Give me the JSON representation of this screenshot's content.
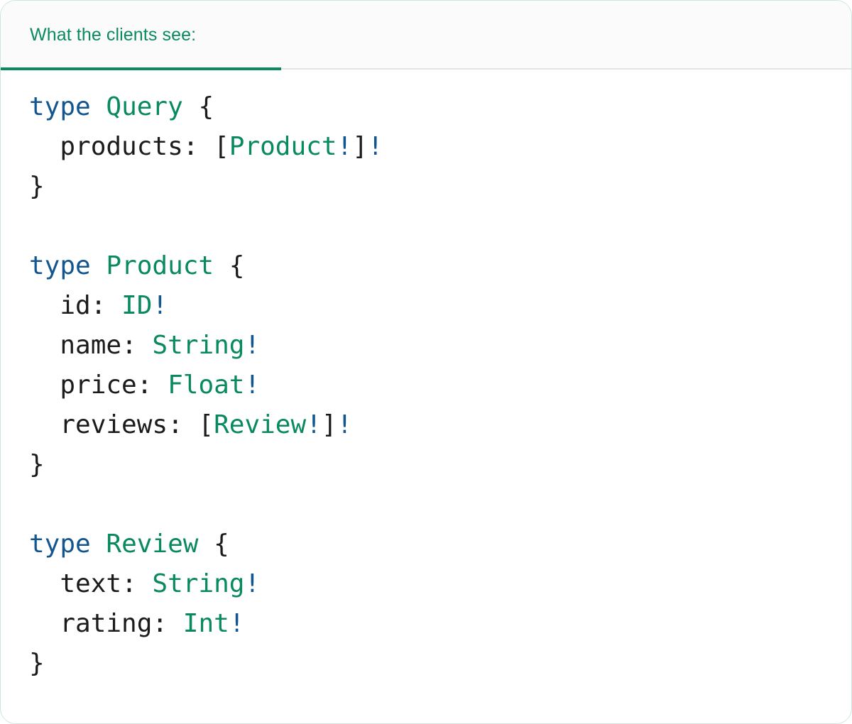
{
  "panel": {
    "accent_color": "#0b8a60",
    "border_color": "#cfe5da",
    "header_bg": "#fbfbfb",
    "body_bg": "#ffffff"
  },
  "tabs": [
    {
      "label": "What the clients see:",
      "active": true
    }
  ],
  "syntax_colors": {
    "keyword": "#12558f",
    "type_name": "#09895f",
    "punctuation": "#1b1b1b",
    "field_name": "#1b1b1b",
    "non_null_bang": "#12558f"
  },
  "code": {
    "language": "graphql",
    "lines": [
      {
        "indent": 0,
        "tokens": [
          {
            "t": "type",
            "c": "kw"
          },
          {
            "t": " ",
            "c": "punct"
          },
          {
            "t": "Query",
            "c": "type"
          },
          {
            "t": " {",
            "c": "punct"
          }
        ]
      },
      {
        "indent": 2,
        "tokens": [
          {
            "t": "products",
            "c": "field"
          },
          {
            "t": ": [",
            "c": "punct"
          },
          {
            "t": "Product",
            "c": "type"
          },
          {
            "t": "!",
            "c": "bang"
          },
          {
            "t": "]",
            "c": "punct"
          },
          {
            "t": "!",
            "c": "bang"
          }
        ]
      },
      {
        "indent": 0,
        "tokens": [
          {
            "t": "}",
            "c": "punct"
          }
        ]
      },
      {
        "indent": 0,
        "tokens": []
      },
      {
        "indent": 0,
        "tokens": [
          {
            "t": "type",
            "c": "kw"
          },
          {
            "t": " ",
            "c": "punct"
          },
          {
            "t": "Product",
            "c": "type"
          },
          {
            "t": " {",
            "c": "punct"
          }
        ]
      },
      {
        "indent": 2,
        "tokens": [
          {
            "t": "id",
            "c": "field"
          },
          {
            "t": ": ",
            "c": "punct"
          },
          {
            "t": "ID",
            "c": "type"
          },
          {
            "t": "!",
            "c": "bang"
          }
        ]
      },
      {
        "indent": 2,
        "tokens": [
          {
            "t": "name",
            "c": "field"
          },
          {
            "t": ": ",
            "c": "punct"
          },
          {
            "t": "String",
            "c": "type"
          },
          {
            "t": "!",
            "c": "bang"
          }
        ]
      },
      {
        "indent": 2,
        "tokens": [
          {
            "t": "price",
            "c": "field"
          },
          {
            "t": ": ",
            "c": "punct"
          },
          {
            "t": "Float",
            "c": "type"
          },
          {
            "t": "!",
            "c": "bang"
          }
        ]
      },
      {
        "indent": 2,
        "tokens": [
          {
            "t": "reviews",
            "c": "field"
          },
          {
            "t": ": [",
            "c": "punct"
          },
          {
            "t": "Review",
            "c": "type"
          },
          {
            "t": "!",
            "c": "bang"
          },
          {
            "t": "]",
            "c": "punct"
          },
          {
            "t": "!",
            "c": "bang"
          }
        ]
      },
      {
        "indent": 0,
        "tokens": [
          {
            "t": "}",
            "c": "punct"
          }
        ]
      },
      {
        "indent": 0,
        "tokens": []
      },
      {
        "indent": 0,
        "tokens": [
          {
            "t": "type",
            "c": "kw"
          },
          {
            "t": " ",
            "c": "punct"
          },
          {
            "t": "Review",
            "c": "type"
          },
          {
            "t": " {",
            "c": "punct"
          }
        ]
      },
      {
        "indent": 2,
        "tokens": [
          {
            "t": "text",
            "c": "field"
          },
          {
            "t": ": ",
            "c": "punct"
          },
          {
            "t": "String",
            "c": "type"
          },
          {
            "t": "!",
            "c": "bang"
          }
        ]
      },
      {
        "indent": 2,
        "tokens": [
          {
            "t": "rating",
            "c": "field"
          },
          {
            "t": ": ",
            "c": "punct"
          },
          {
            "t": "Int",
            "c": "type"
          },
          {
            "t": "!",
            "c": "bang"
          }
        ]
      },
      {
        "indent": 0,
        "tokens": [
          {
            "t": "}",
            "c": "punct"
          }
        ]
      }
    ],
    "plain_text": "type Query {\n  products: [Product!]!\n}\n\ntype Product {\n  id: ID!\n  name: String!\n  price: Float!\n  reviews: [Review!]!\n}\n\ntype Review {\n  text: String!\n  rating: Int!\n}"
  }
}
